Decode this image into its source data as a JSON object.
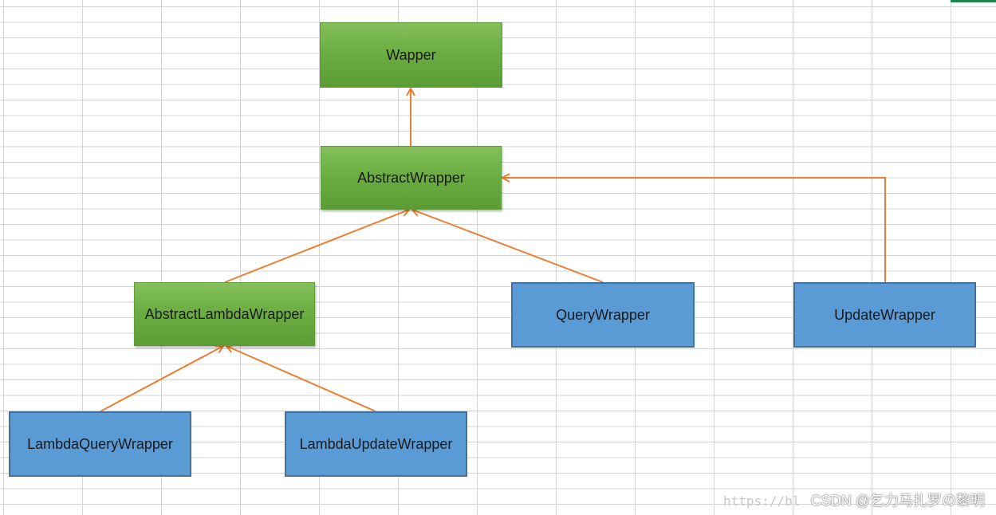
{
  "diagram": {
    "edge_color": "#ed7d31",
    "nodes": {
      "wapper": {
        "label": "Wapper",
        "color": "#70ad47"
      },
      "abstract_wrapper": {
        "label": "AbstractWrapper",
        "color": "#70ad47"
      },
      "abstract_lambda_wrapper": {
        "label": "AbstractLambdaWrapper",
        "color": "#70ad47"
      },
      "query_wrapper": {
        "label": "QueryWrapper",
        "color": "#5b9bd5"
      },
      "update_wrapper": {
        "label": "UpdateWrapper",
        "color": "#5b9bd5"
      },
      "lambda_query_wrapper": {
        "label": "LambdaQueryWrapper",
        "color": "#5b9bd5"
      },
      "lambda_update_wrapper": {
        "label": "LambdaUpdateWrapper",
        "color": "#5b9bd5"
      }
    },
    "edges": [
      {
        "from": "AbstractWrapper",
        "to": "Wapper"
      },
      {
        "from": "AbstractLambdaWrapper",
        "to": "AbstractWrapper"
      },
      {
        "from": "QueryWrapper",
        "to": "AbstractWrapper"
      },
      {
        "from": "UpdateWrapper",
        "to": "AbstractWrapper"
      },
      {
        "from": "LambdaQueryWrapper",
        "to": "AbstractLambdaWrapper"
      },
      {
        "from": "LambdaUpdateWrapper",
        "to": "AbstractLambdaWrapper"
      }
    ]
  },
  "watermark": {
    "faint_url": "https://bl",
    "text": "CSDN @乞力马扎罗の黎明"
  }
}
